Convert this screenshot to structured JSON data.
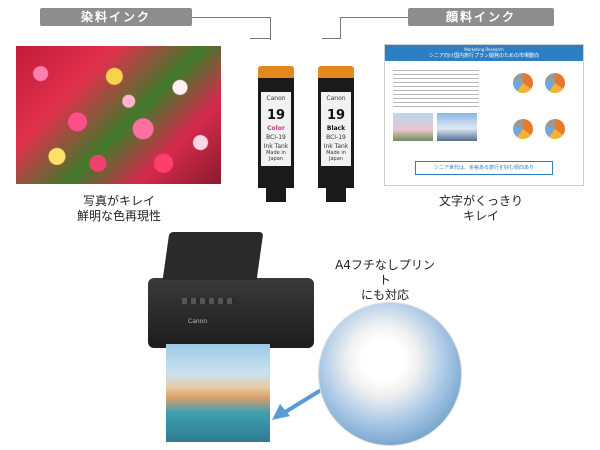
{
  "dye_ink": {
    "tag": "染料インク",
    "caption_line1": "写真がキレイ",
    "caption_line2": "鮮明な色再現性"
  },
  "pigment_ink": {
    "tag": "顔料インク",
    "caption_line1": "文字がくっきり",
    "caption_line2": "キレイ"
  },
  "cartridge_color": {
    "brand": "Canon",
    "number": "19",
    "label": "Color",
    "model": "BCI-19",
    "sub": "Ink Tank",
    "origin": "Made in Japan"
  },
  "cartridge_black": {
    "brand": "Canon",
    "number": "19",
    "label": "Black",
    "model": "BCI-19",
    "sub": "Ink Tank",
    "origin": "Made in Japan"
  },
  "document": {
    "header_small": "Marketing Research",
    "header": "シニア向け国内旅行プラン開発のための市場動向",
    "footer": "シニア世代は、余裕ある旅行を好む傾向あり"
  },
  "printer": {
    "brand": "Canon"
  },
  "a4_note": {
    "line1": "A4フチなしプリント",
    "line2": "にも対応"
  },
  "colors": {
    "tag_bg": "#8d8d8d",
    "cartridge_cap": "#e5871f",
    "doc_blue": "#2b7fc2",
    "arrow": "#5b9bd5"
  }
}
